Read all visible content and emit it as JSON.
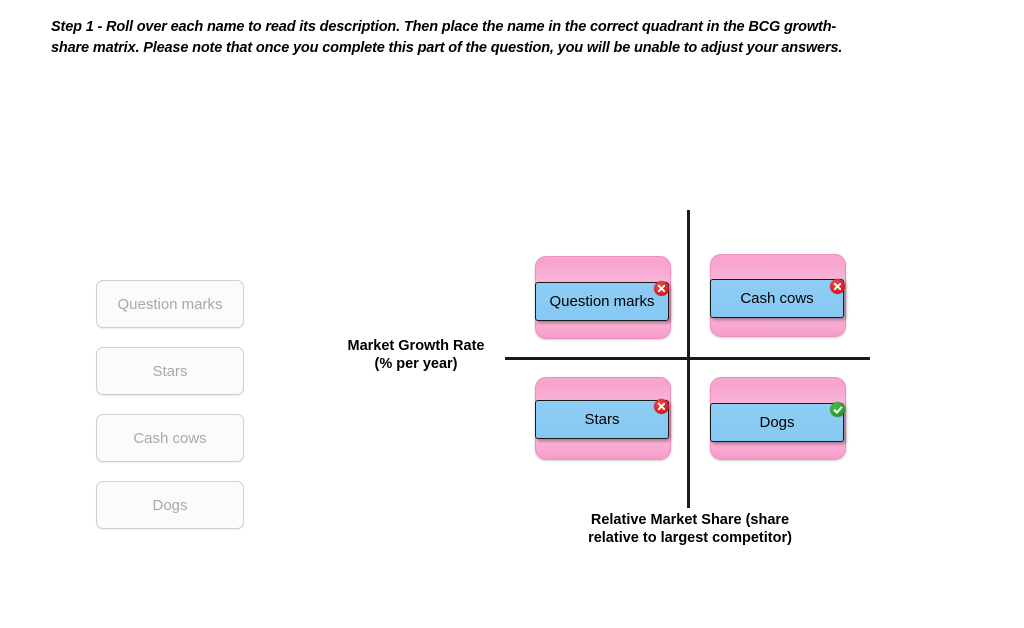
{
  "instructions": {
    "text": "Step 1 - Roll over each name to read its description. Then place the name in the correct quadrant in the BCG growth-share matrix. Please note that once you complete this part of the question, you will be unable to adjust your answers."
  },
  "palette": {
    "items": [
      {
        "label": "Question marks"
      },
      {
        "label": "Stars"
      },
      {
        "label": "Cash cows"
      },
      {
        "label": "Dogs"
      }
    ]
  },
  "matrix": {
    "y_axis_label": "Market Growth Rate\n(% per year)",
    "y_axis_label_line1": "Market Growth Rate",
    "y_axis_label_line2": "(% per year)",
    "x_axis_label_line1": "Relative Market Share (share",
    "x_axis_label_line2": "relative to largest competitor)",
    "quadrants": [
      {
        "position": "top-left",
        "placed_label": "Question marks",
        "status": "incorrect",
        "status_icon": "close-circle-icon"
      },
      {
        "position": "top-right",
        "placed_label": "Cash cows",
        "status": "incorrect",
        "status_icon": "close-circle-icon"
      },
      {
        "position": "bottom-left",
        "placed_label": "Stars",
        "status": "incorrect",
        "status_icon": "close-circle-icon"
      },
      {
        "position": "bottom-right",
        "placed_label": "Dogs",
        "status": "correct",
        "status_icon": "check-circle-icon"
      }
    ]
  },
  "colors": {
    "dropzone_pink": "#fbb9da",
    "card_blue": "#8acbf3",
    "incorrect_red": "#d81919",
    "correct_green": "#269a28",
    "axis_black": "#1a1a1a",
    "palette_text_gray": "#a9a9a9"
  }
}
